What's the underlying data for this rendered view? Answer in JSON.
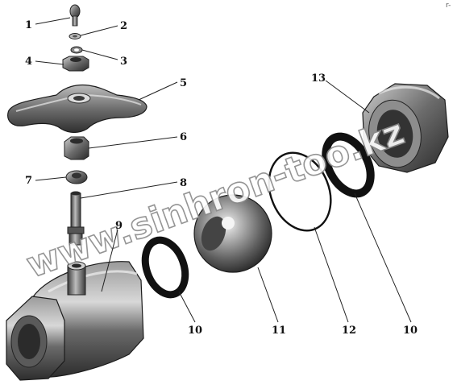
{
  "diagram": {
    "parts": [
      {
        "id": "1",
        "label": "1"
      },
      {
        "id": "2",
        "label": "2"
      },
      {
        "id": "3",
        "label": "3"
      },
      {
        "id": "4",
        "label": "4"
      },
      {
        "id": "5",
        "label": "5"
      },
      {
        "id": "6",
        "label": "6"
      },
      {
        "id": "7",
        "label": "7"
      },
      {
        "id": "8",
        "label": "8"
      },
      {
        "id": "9",
        "label": "9"
      },
      {
        "id": "10a",
        "label": "10"
      },
      {
        "id": "11",
        "label": "11"
      },
      {
        "id": "12",
        "label": "12"
      },
      {
        "id": "10b",
        "label": "10"
      },
      {
        "id": "13",
        "label": "13"
      }
    ],
    "watermark": "www.sinhron-too.kz",
    "corner_mark": "r-"
  },
  "colors": {
    "metal_dark": "#3c3c3c",
    "metal_mid": "#7a7a7a",
    "metal_light": "#d0d0d0",
    "ring_black": "#111111",
    "background": "#ffffff"
  }
}
